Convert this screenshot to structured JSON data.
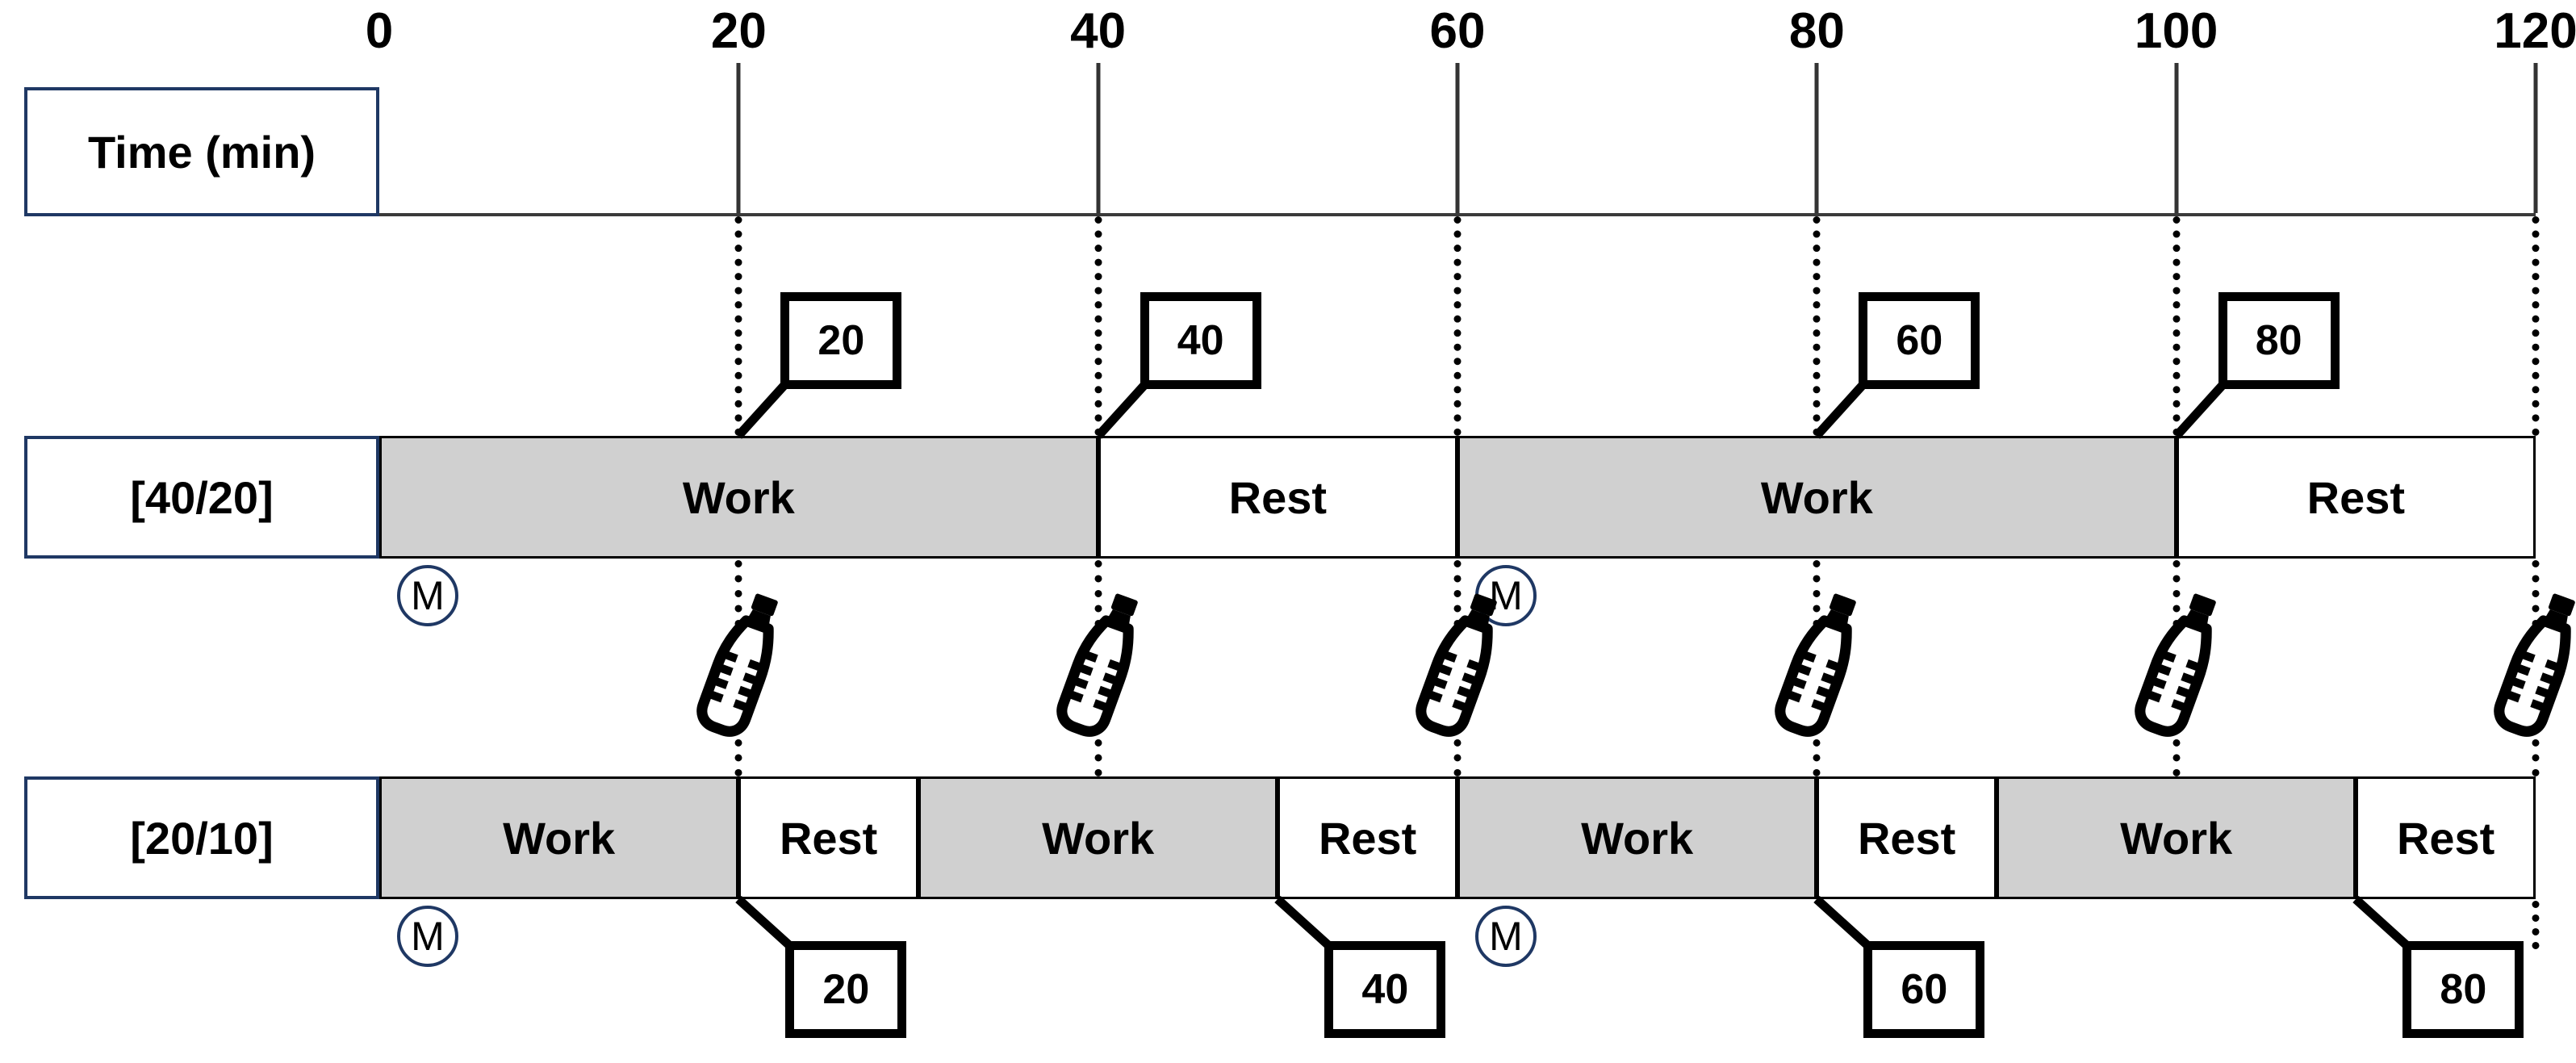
{
  "chart_data": {
    "type": "table",
    "title": "",
    "xlabel": "Time (min)",
    "axis": {
      "label": "Time (min)",
      "min": 0,
      "max": 120,
      "ticks": [
        0,
        20,
        40,
        60,
        80,
        100,
        120
      ],
      "tick_labels": [
        "0",
        "20",
        "40",
        "60",
        "80",
        "100",
        "120"
      ],
      "unit": "min"
    },
    "protocols": [
      {
        "name": "[40/20]",
        "work_min": 40,
        "rest_min": 20,
        "segments": [
          {
            "label": "Work",
            "start": 0,
            "end": 40,
            "type": "work"
          },
          {
            "label": "Rest",
            "start": 40,
            "end": 60,
            "type": "rest"
          },
          {
            "label": "Work",
            "start": 60,
            "end": 100,
            "type": "work"
          },
          {
            "label": "Rest",
            "start": 100,
            "end": 120,
            "type": "rest"
          }
        ],
        "callouts": [
          {
            "value": "20",
            "at_min": 20
          },
          {
            "value": "40",
            "at_min": 40
          },
          {
            "value": "60",
            "at_min": 80
          },
          {
            "value": "80",
            "at_min": 100
          }
        ],
        "m_markers": [
          {
            "label": "M",
            "at_min": 0
          },
          {
            "label": "M",
            "at_min": 60
          }
        ]
      },
      {
        "name": "[20/10]",
        "work_min": 20,
        "rest_min": 10,
        "segments": [
          {
            "label": "Work",
            "start": 0,
            "end": 20,
            "type": "work"
          },
          {
            "label": "Rest",
            "start": 20,
            "end": 30,
            "type": "rest"
          },
          {
            "label": "Work",
            "start": 30,
            "end": 50,
            "type": "work"
          },
          {
            "label": "Rest",
            "start": 50,
            "end": 60,
            "type": "rest"
          },
          {
            "label": "Work",
            "start": 60,
            "end": 80,
            "type": "work"
          },
          {
            "label": "Rest",
            "start": 80,
            "end": 90,
            "type": "rest"
          },
          {
            "label": "Work",
            "start": 90,
            "end": 110,
            "type": "work"
          },
          {
            "label": "Rest",
            "start": 110,
            "end": 120,
            "type": "rest"
          }
        ],
        "callouts": [
          {
            "value": "20",
            "at_min": 20
          },
          {
            "value": "40",
            "at_min": 50
          },
          {
            "value": "60",
            "at_min": 80
          },
          {
            "value": "80",
            "at_min": 110
          }
        ],
        "m_markers": [
          {
            "label": "M",
            "at_min": 0
          },
          {
            "label": "M",
            "at_min": 60
          }
        ]
      }
    ],
    "bottles": {
      "name": "water-bottle",
      "at_min": [
        20,
        40,
        60,
        80,
        100,
        120
      ]
    },
    "colors": {
      "work_fill": "#d0d0d0",
      "rest_fill": "#ffffff",
      "label_border": "#1f3864",
      "callout_border": "#000000",
      "axis": "#3a3a3a"
    }
  }
}
